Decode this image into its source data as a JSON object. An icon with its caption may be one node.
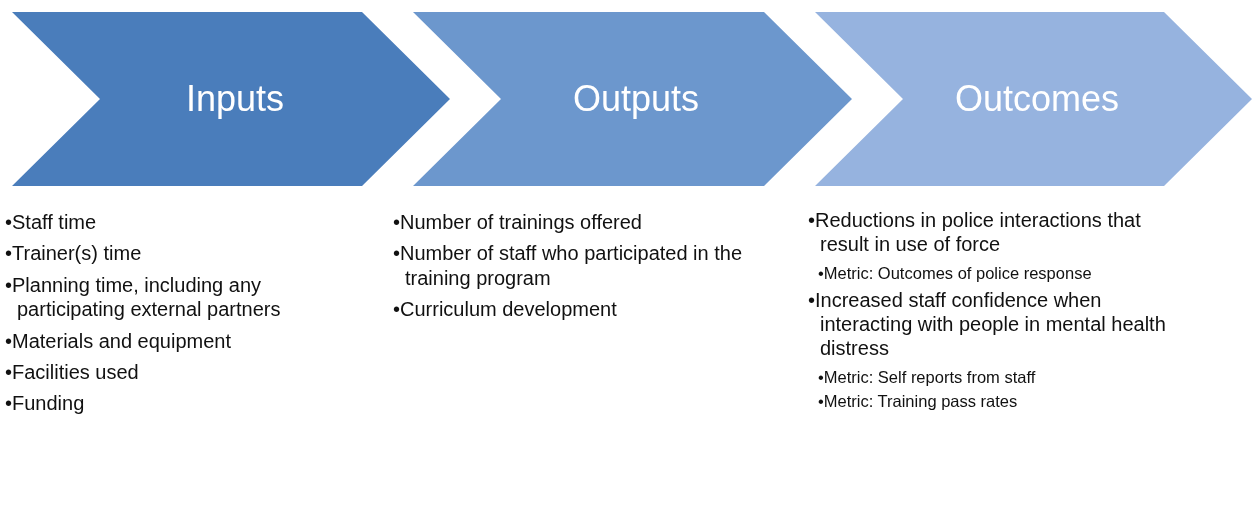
{
  "diagram": {
    "nodes": [
      {
        "text": [
          "Inputs"
        ],
        "beside": [
          "•Staff time",
          "•Trainer(s) time",
          "•Planning time, including any participating external partners",
          "•Materials and equipment",
          "•Facilities used",
          "•Funding"
        ]
      },
      {
        "text": [
          "Outputs"
        ],
        "beside": [
          "•Number of trainings offered",
          "•Number of staff who participated in the training program",
          "•Curriculum development"
        ]
      },
      {
        "text": [
          "Outcomes"
        ],
        "beside": [
          "•Reductions in police interactions that result in use of force",
          "•Metric: Outcomes of police response",
          "•Increased staff confidence when interacting with people in mental health distress",
          "•Metric: Self reports from staff",
          "•Metric: Training pass rates"
        ]
      }
    ],
    "edges": []
  }
}
